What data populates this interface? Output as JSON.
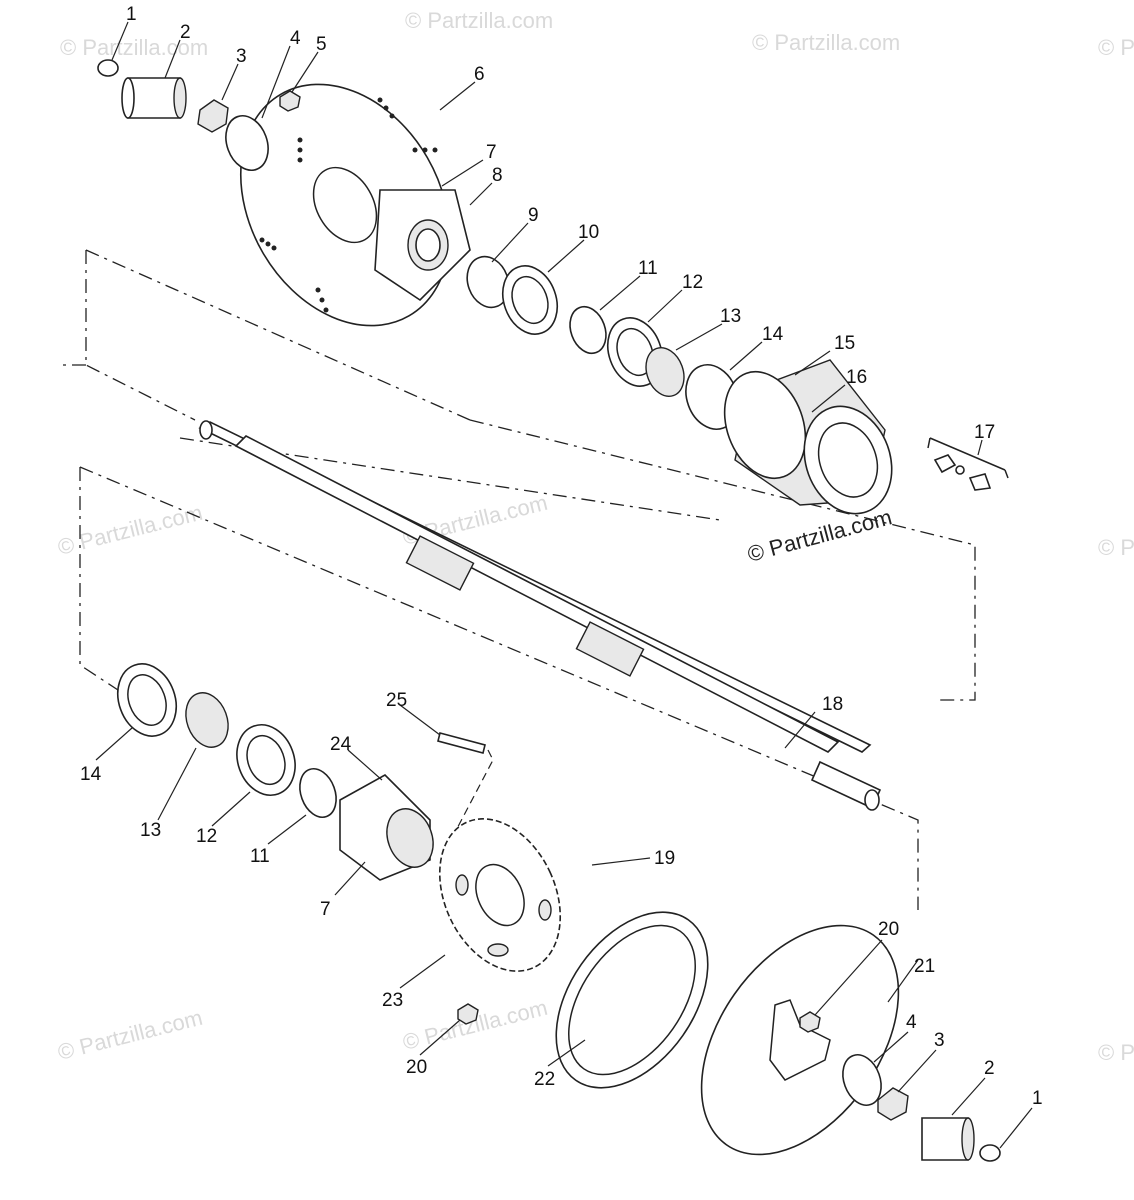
{
  "watermark": "© Partzilla.com",
  "callouts": {
    "c1a": "1",
    "c2a": "2",
    "c3a": "3",
    "c4a": "4",
    "c5": "5",
    "c6": "6",
    "c7a": "7",
    "c8": "8",
    "c9": "9",
    "c10": "10",
    "c11a": "11",
    "c12a": "12",
    "c13a": "13",
    "c14a": "14",
    "c15": "15",
    "c16": "16",
    "c17": "17",
    "c18": "18",
    "c14b": "14",
    "c13b": "13",
    "c12b": "12",
    "c11b": "11",
    "c25": "25",
    "c24": "24",
    "c7b": "7",
    "c19": "19",
    "c23": "23",
    "c20a": "20",
    "c22": "22",
    "c20b": "20",
    "c21": "21",
    "c4b": "4",
    "c3b": "3",
    "c2b": "2",
    "c1b": "1"
  }
}
